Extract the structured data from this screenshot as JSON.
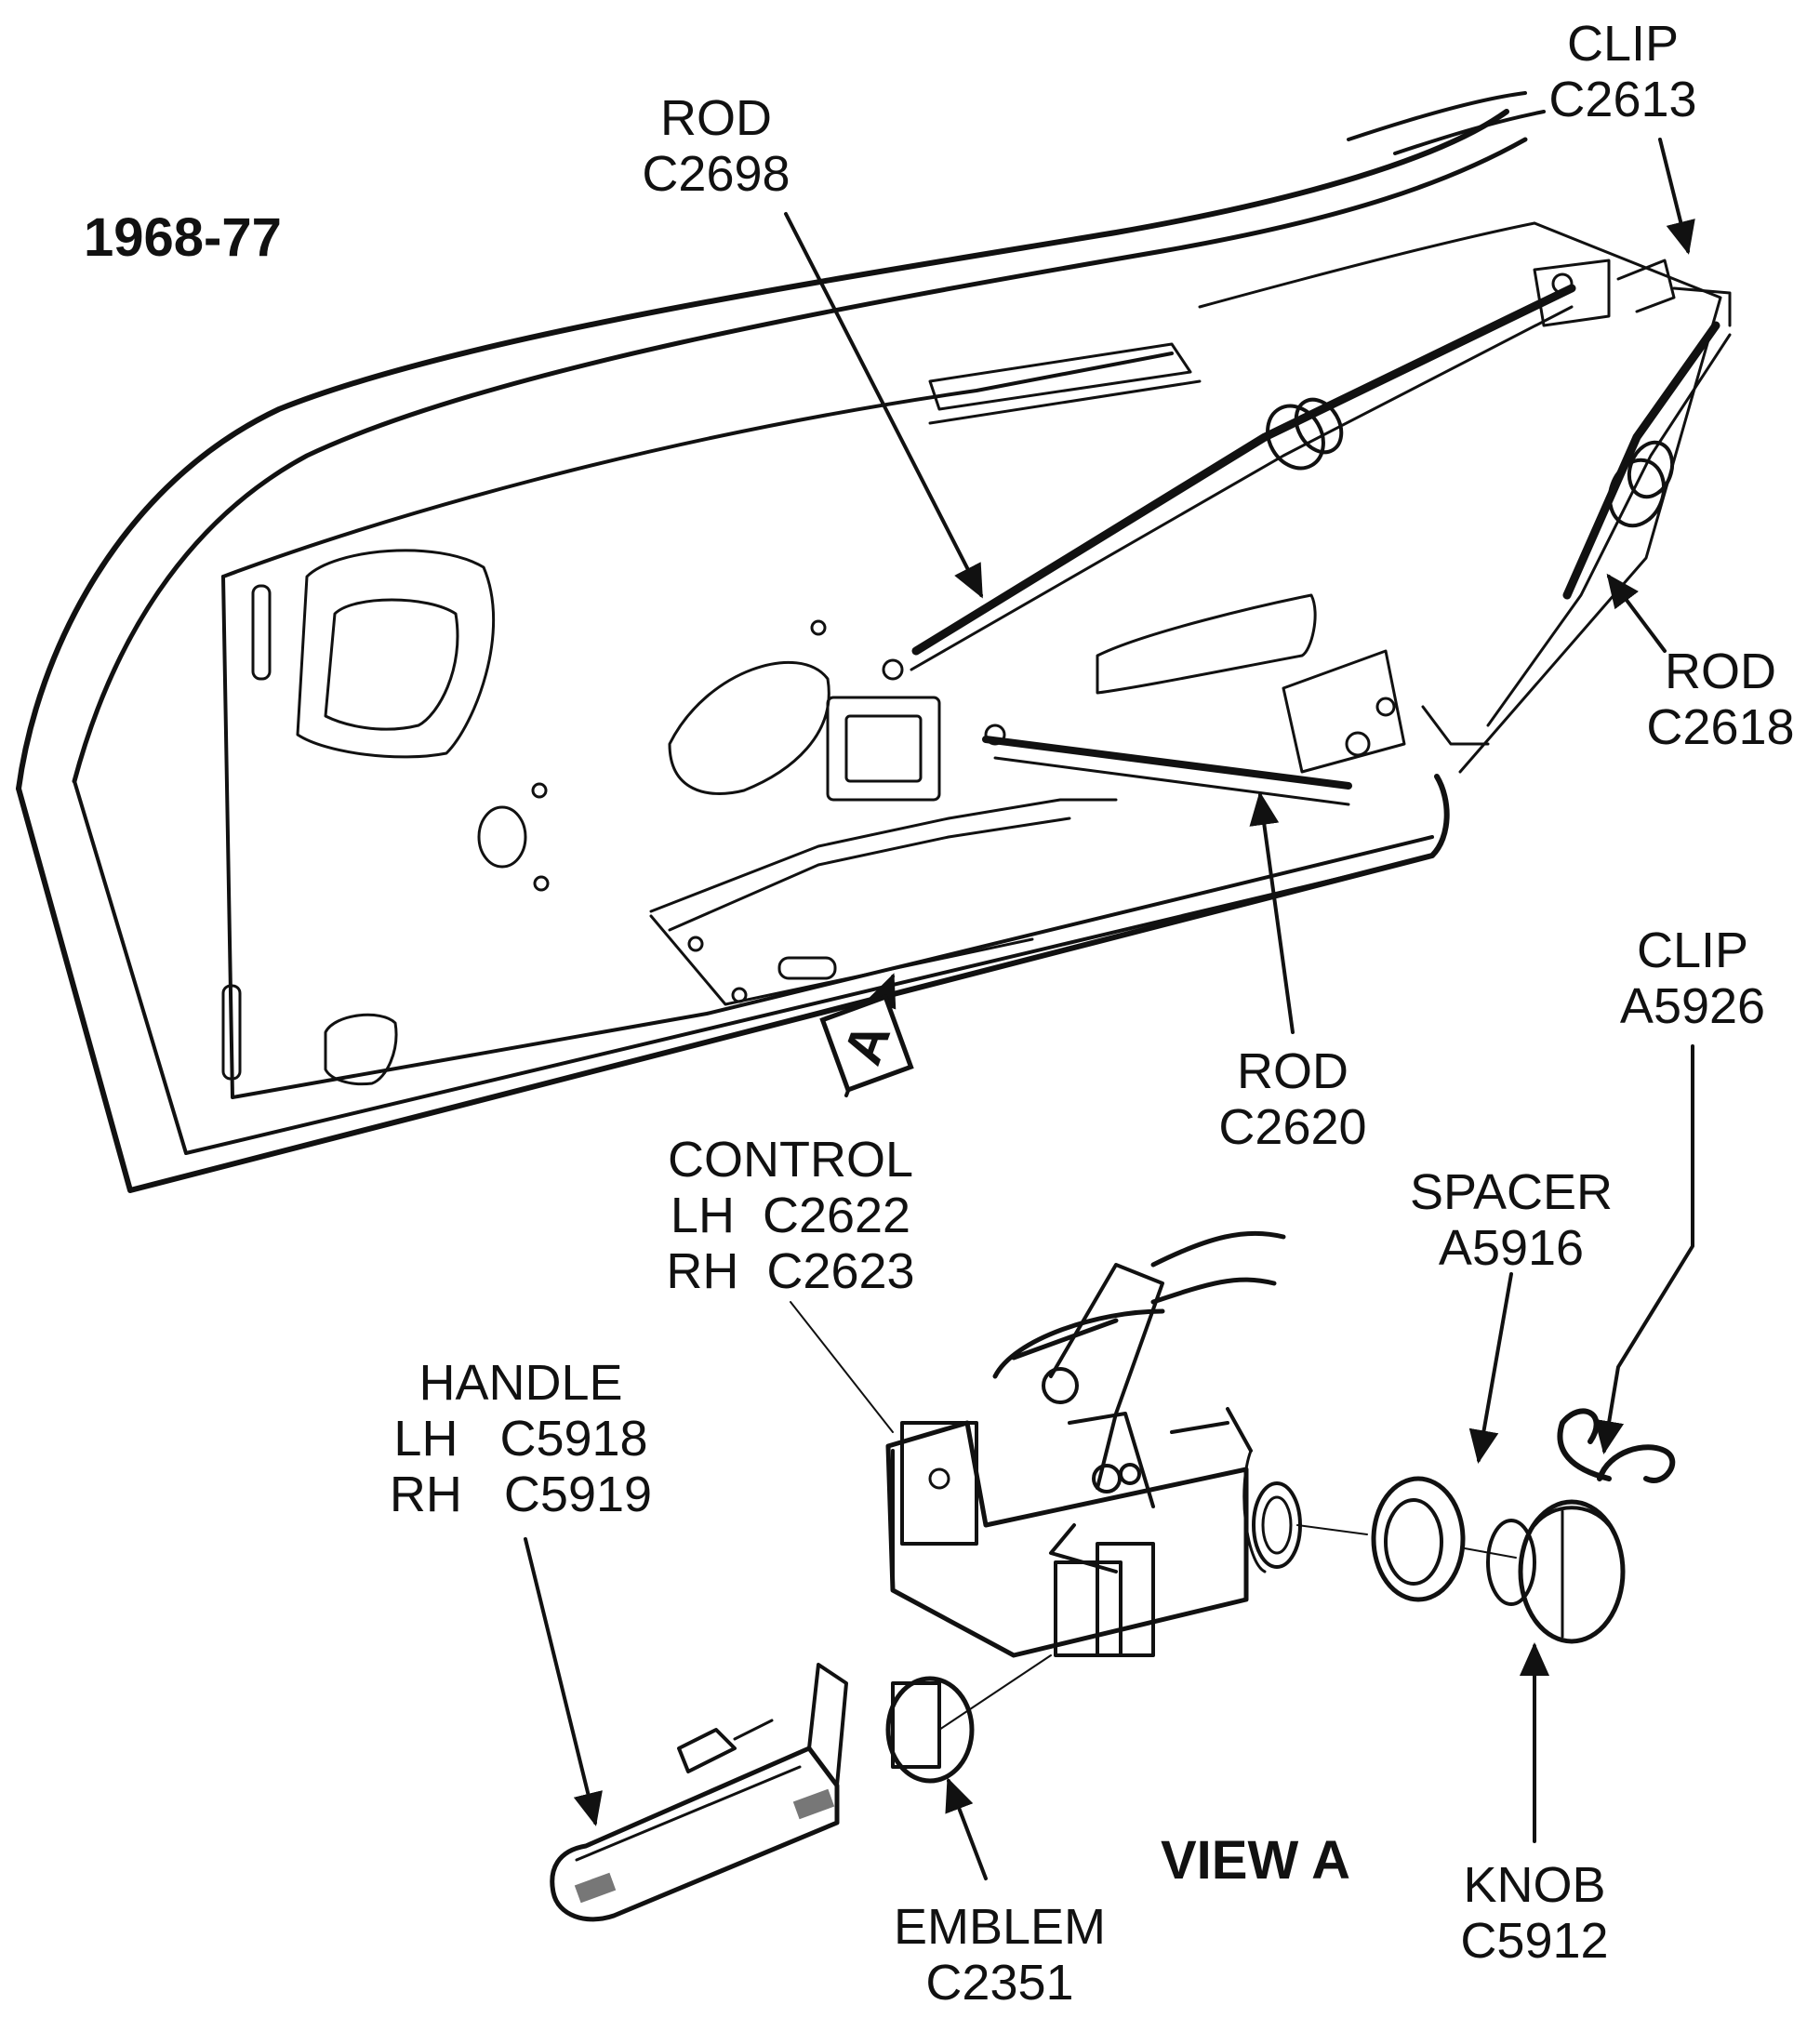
{
  "title": "1968-77",
  "view_label": "VIEW A",
  "view_marker": "A",
  "callouts": {
    "rod_c2698": {
      "name": "ROD",
      "part": "C2698"
    },
    "clip_c2613": {
      "name": "CLIP",
      "part": "C2613"
    },
    "rod_c2618": {
      "name": "ROD",
      "part": "C2618"
    },
    "rod_c2620": {
      "name": "ROD",
      "part": "C2620"
    },
    "clip_a5926": {
      "name": "CLIP",
      "part": "A5926"
    },
    "control": {
      "name": "CONTROL",
      "lh": "LH  C2622",
      "rh": "RH  C2623"
    },
    "spacer_a5916": {
      "name": "SPACER",
      "part": "A5916"
    },
    "handle": {
      "name": "HANDLE",
      "lh": "LH   C5918",
      "rh": "RH   C5919"
    },
    "emblem_c2351": {
      "name": "EMBLEM",
      "part": "C2351"
    },
    "knob_c5912": {
      "name": "KNOB",
      "part": "C5912"
    }
  }
}
